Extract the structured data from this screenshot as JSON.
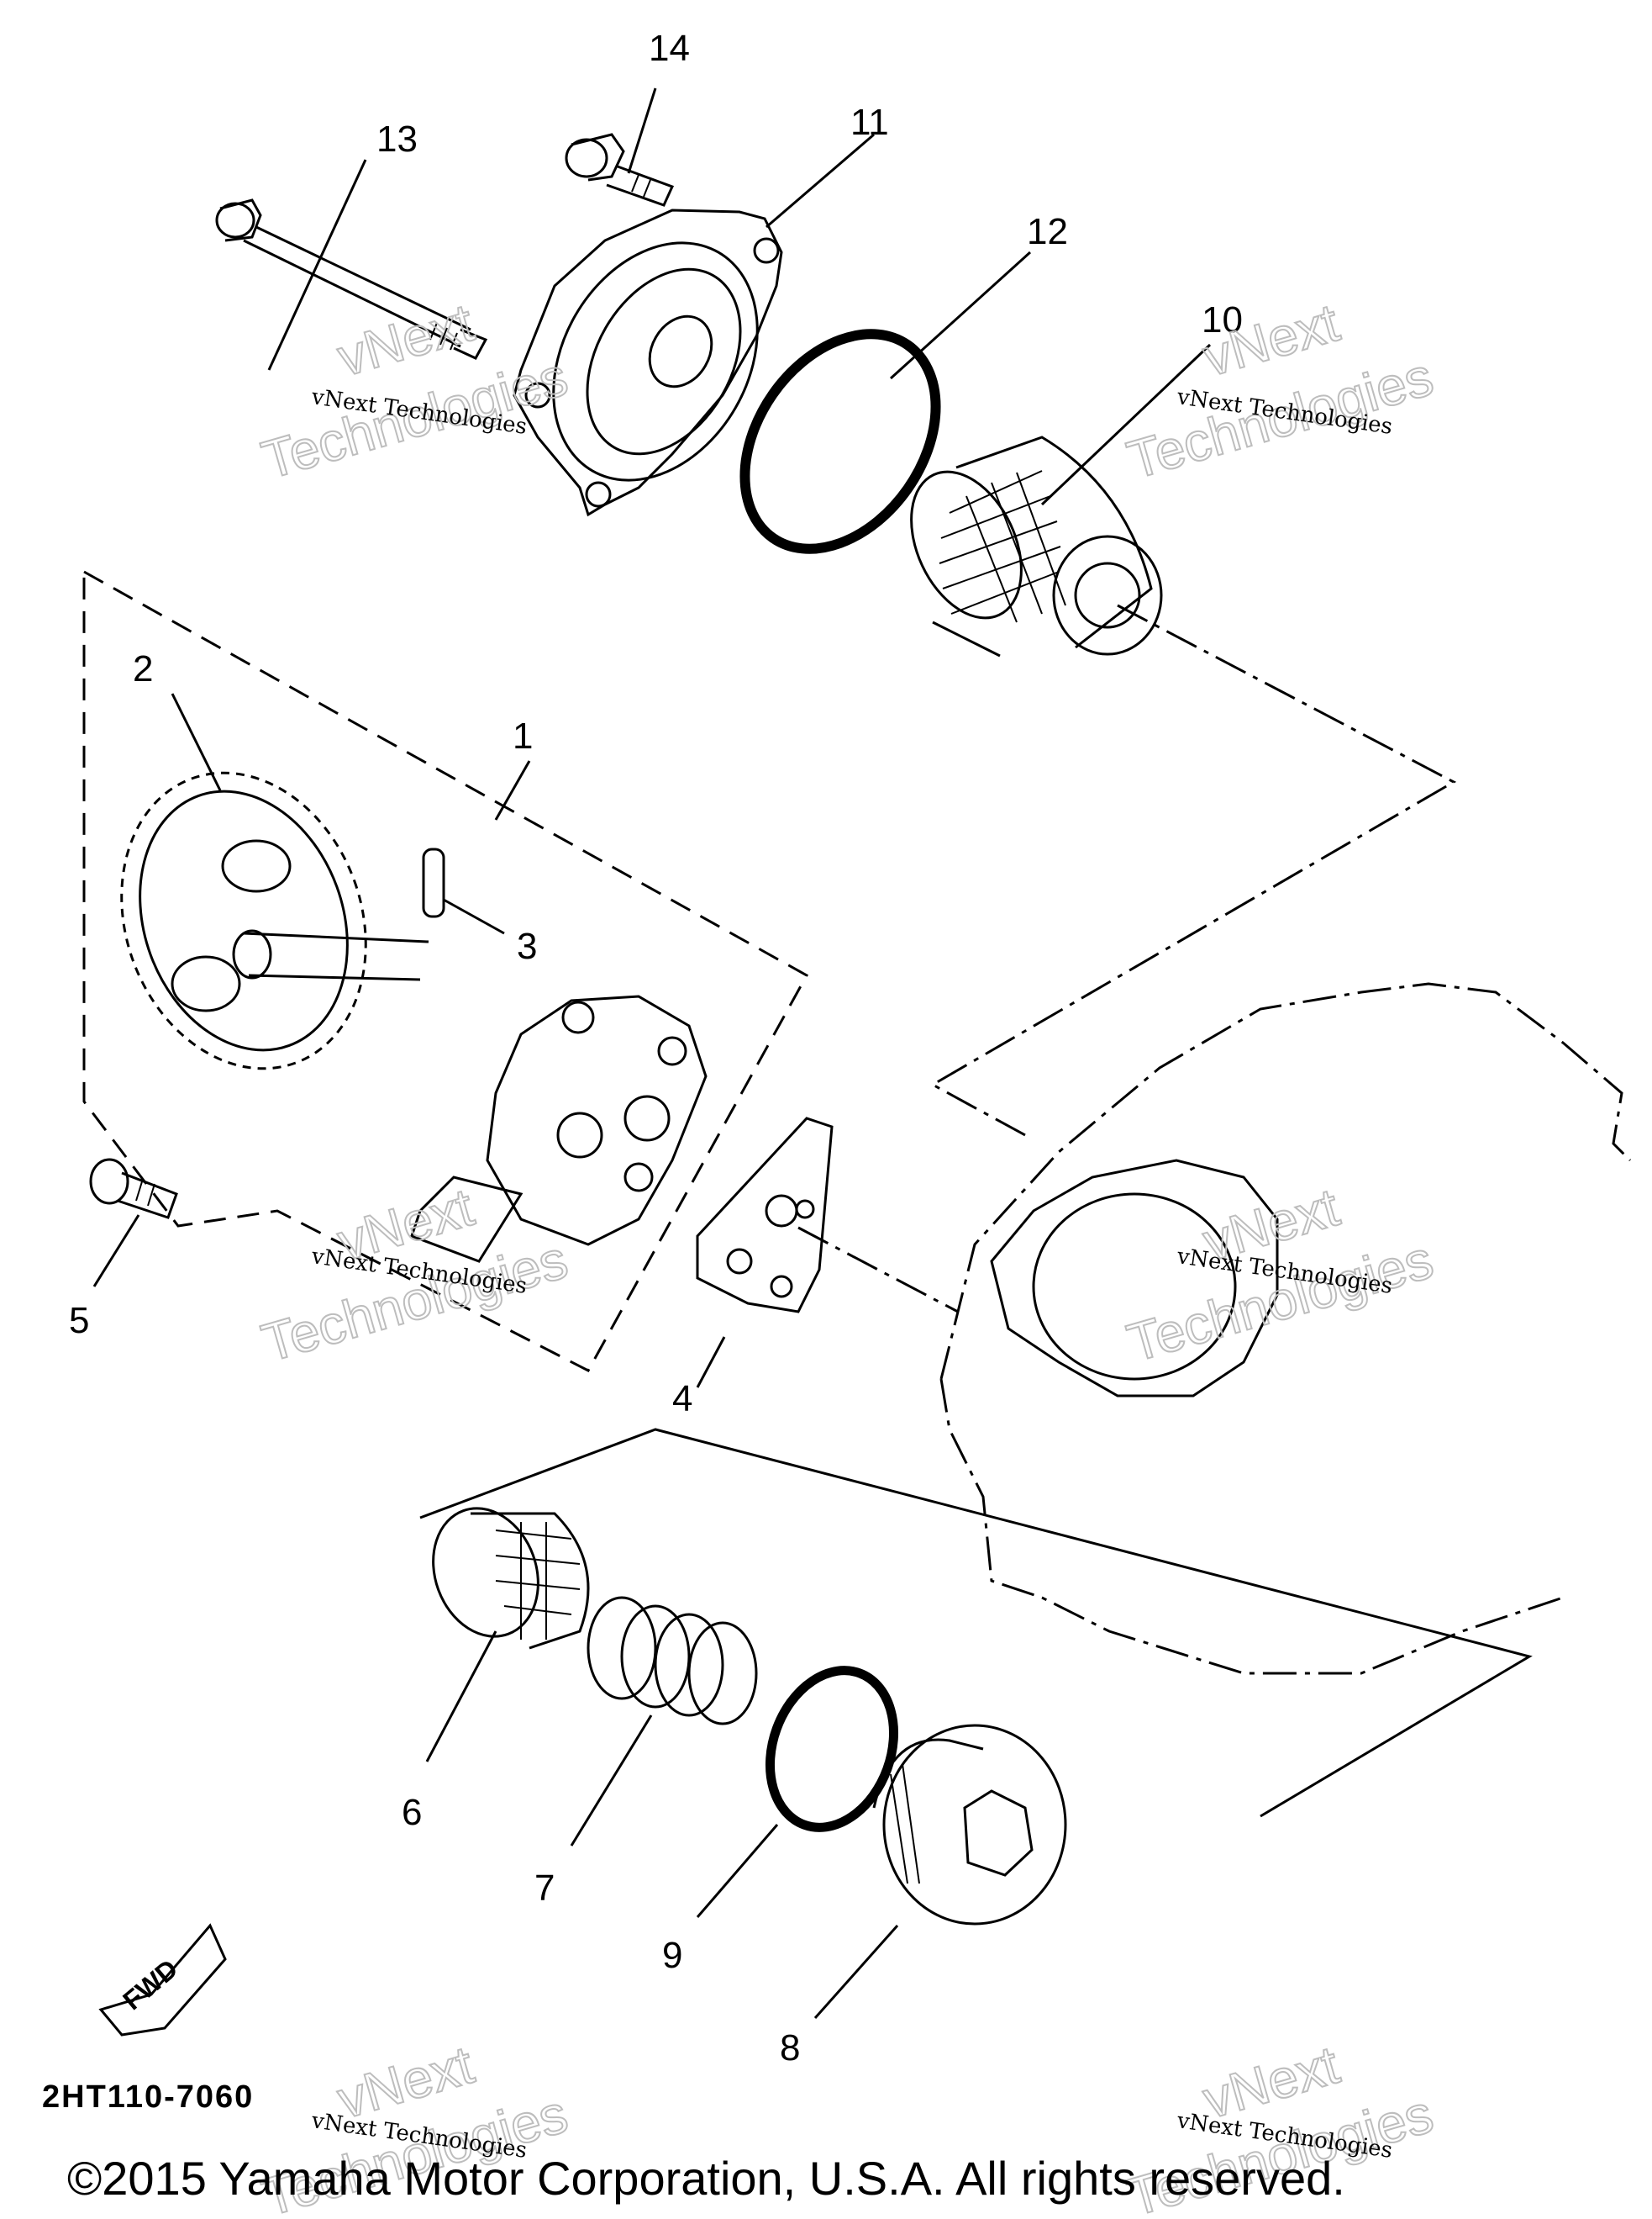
{
  "callouts": [
    {
      "id": "c1",
      "label": "1"
    },
    {
      "id": "c2",
      "label": "2"
    },
    {
      "id": "c3",
      "label": "3"
    },
    {
      "id": "c4",
      "label": "4"
    },
    {
      "id": "c5",
      "label": "5"
    },
    {
      "id": "c6",
      "label": "6"
    },
    {
      "id": "c7",
      "label": "7"
    },
    {
      "id": "c8",
      "label": "8"
    },
    {
      "id": "c9",
      "label": "9"
    },
    {
      "id": "c10",
      "label": "10"
    },
    {
      "id": "c11",
      "label": "11"
    },
    {
      "id": "c12",
      "label": "12"
    },
    {
      "id": "c13",
      "label": "13"
    },
    {
      "id": "c14",
      "label": "14"
    }
  ],
  "fwd_label": "FWD",
  "reference_code": "2HT110-7060",
  "copyright": "©2015 Yamaha Motor Corporation, U.S.A. All rights reserved.",
  "watermark": {
    "small": "vNext Technologies",
    "line1": "vNext",
    "line2": "Technologies"
  }
}
